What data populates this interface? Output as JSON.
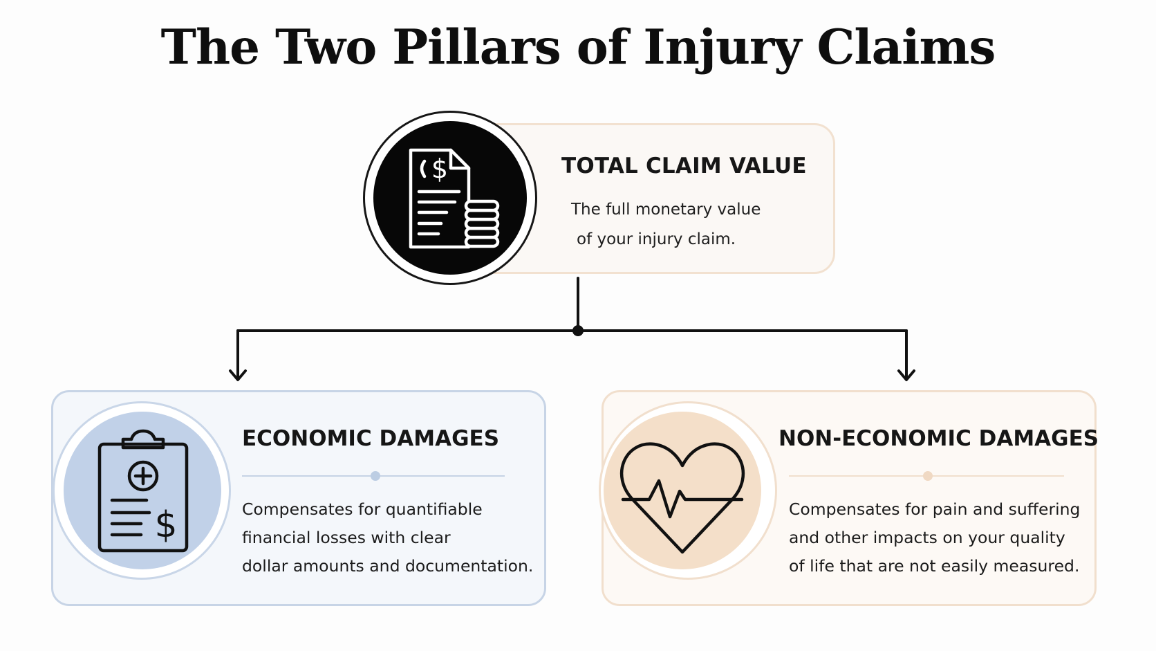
{
  "title": "The Two Pillars of Injury Claims",
  "total": {
    "heading": "TOTAL CLAIM VALUE",
    "description_lines": [
      "The full monetary value",
      "of your injury claim."
    ],
    "icon": "document-dollar-coins-icon"
  },
  "economic": {
    "heading": "ECONOMIC DAMAGES",
    "description_lines": [
      "Compensates for quantifiable",
      "financial losses with clear",
      "dollar amounts and documentation."
    ],
    "icon": "medical-clipboard-dollar-icon",
    "accent": "#c1d1e8"
  },
  "non_economic": {
    "heading": "NON-ECONOMIC DAMAGES",
    "description_lines": [
      "Compensates for pain and suffering",
      "and other impacts on your quality",
      "of life that are not easily measured."
    ],
    "icon": "heart-pulse-icon",
    "accent": "#f4dfc9"
  }
}
